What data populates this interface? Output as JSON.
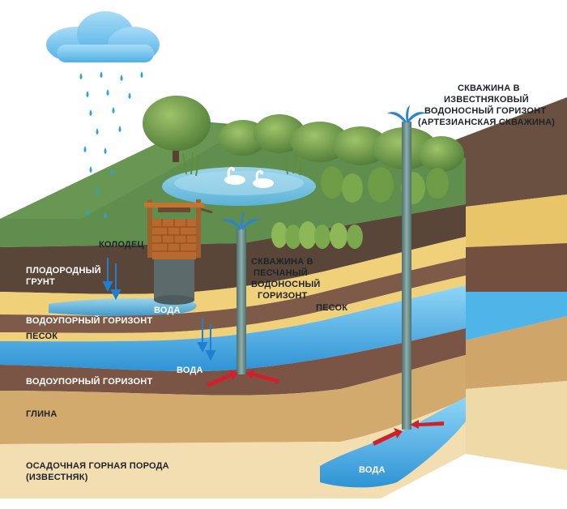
{
  "labels": {
    "rain_cloud": "",
    "well": "КОЛОДЕЦ",
    "fertile_soil_1": "ПЛОДОРОДНЫЙ",
    "fertile_soil_2": "ГРУНТ",
    "water_top": "ВОДА",
    "aquitard_top": "ВОДОУПОРНЫЙ ГОРИЗОНТ",
    "sand_left": "ПЕСОК",
    "sand_right": "ПЕСОК",
    "water_mid": "ВОДА",
    "aquitard_mid": "ВОДОУПОРНЫЙ ГОРИЗОНТ",
    "clay": "ГЛИНА",
    "bedrock_1": "ОСАДОЧНАЯ ГОРНАЯ ПОРОДА",
    "bedrock_2": "(ИЗВЕСТНЯК)",
    "water_bottom": "ВОДА",
    "sand_well_1": "СКВАЖИНА В",
    "sand_well_2": "ПЕСЧАНЫЙ",
    "sand_well_3": "ВОДОНОСНЫЙ",
    "sand_well_4": "ГОРИЗОНТ",
    "art_well_1": "СКВАЖИНА В",
    "art_well_2": "ИЗВЕСТНЯКОВЫЙ",
    "art_well_3": "ВОДОНОСНЫЙ ГОРИЗОНТ",
    "art_well_4": "(АРТЕЗИАНСКАЯ СКВАЖИНА)"
  },
  "icons": [
    "rain-cloud-icon",
    "raindrop-icon",
    "well-icon",
    "swan-icon",
    "tree-icon",
    "water-fountain-icon",
    "flow-arrow-icon"
  ],
  "colors": {
    "sky_cloud": "#7cc6ee",
    "raindrop": "#2aa3d6",
    "grass_top": "#5b8b4a",
    "fertile_soil": "#5e4b3f",
    "sand": "#f1d27a",
    "aquitard": "#7a5646",
    "water": "#4fb4e8",
    "clay": "#d2aa6f",
    "bedrock": "#f3deb2",
    "pipe": "#6b8e8b",
    "arrow": "#d0212a"
  }
}
